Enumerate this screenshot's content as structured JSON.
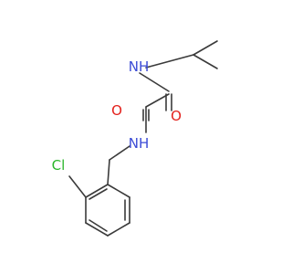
{
  "molecule": {
    "colors": {
      "bond": "#3a3a3a",
      "nitrogen": "#3b4bd6",
      "oxygen": "#e3201b",
      "chlorine": "#2bb62b"
    },
    "atoms": {
      "n_top": "NH",
      "o_left": "O",
      "o_right": "O",
      "n_mid": "NH",
      "cl": "Cl"
    }
  }
}
